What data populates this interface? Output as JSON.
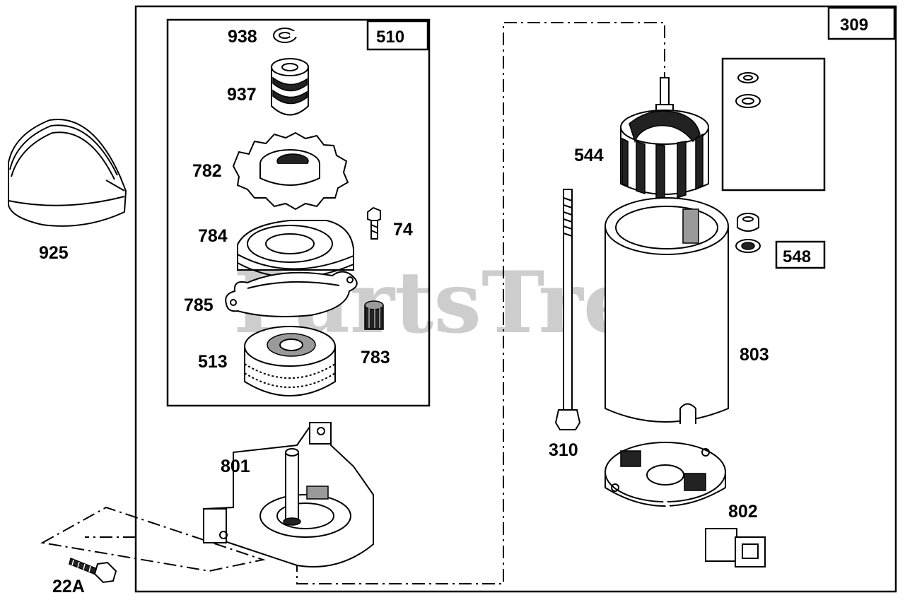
{
  "watermark": {
    "text": "PartsTree",
    "trademark": "™"
  },
  "groups": [
    {
      "id": "309",
      "label": "309"
    },
    {
      "id": "510",
      "label": "510"
    },
    {
      "id": "548",
      "label": "548"
    }
  ],
  "parts": {
    "p938": "938",
    "p937": "937",
    "p782": "782",
    "p784": "784",
    "p785": "785",
    "p513": "513",
    "p74": "74",
    "p783": "783",
    "p801": "801",
    "p925": "925",
    "p22A": "22A",
    "p544": "544",
    "p803": "803",
    "p310": "310",
    "p802": "802"
  }
}
